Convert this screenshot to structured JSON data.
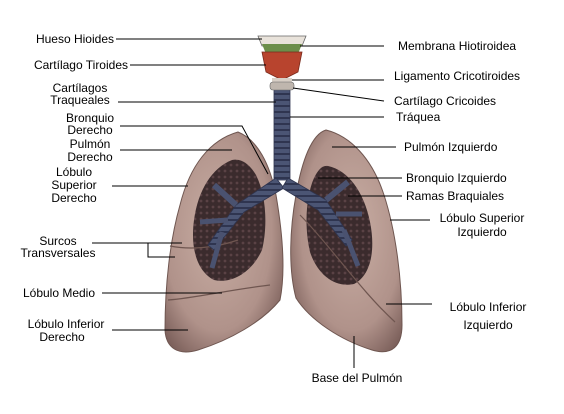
{
  "labels": {
    "hueso_hioides": "Hueso Hioides",
    "cartilago_tiroides": "Cartílago Tiroides",
    "cartilagos_traqueales_1": "Cartílagos",
    "cartilagos_traqueales_2": "Traqueales",
    "bronquio_derecho_1": "Bronquio",
    "bronquio_derecho_2": "Derecho",
    "pulmon_derecho_1": "Pulmón",
    "pulmon_derecho_2": "Derecho",
    "lobulo_superior_derecho_1": "Lóbulo",
    "lobulo_superior_derecho_2": "Superior",
    "lobulo_superior_derecho_3": "Derecho",
    "surcos_transversales_1": "Surcos",
    "surcos_transversales_2": "Transversales",
    "lobulo_medio": "Lóbulo Medio",
    "lobulo_inferior_derecho_1": "Lóbulo Inferior",
    "lobulo_inferior_derecho_2": "Derecho",
    "membrana_hiotiroidea": "Membrana Hiotiroidea",
    "ligamento_cricotiroides": "Ligamento Cricotiroides",
    "cartilago_cricoides": "Cartílago Cricoides",
    "traquea": "Tráquea",
    "pulmon_izquierdo": "Pulmón Izquierdo",
    "bronquio_izquierdo": "Bronquio Izquierdo",
    "ramas_braquiales": "Ramas Braquiales",
    "lobulo_superior_izquierdo_1": "Lóbulo Superior",
    "lobulo_superior_izquierdo_2": "Izquierdo",
    "lobulo_inferior_izquierdo_1": "Lóbulo Inferior",
    "lobulo_inferior_izquierdo_2": "Izquierdo",
    "base_del_pulmon": "Base del Pulmón"
  },
  "colors": {
    "lung_tissue": "#b89a90",
    "lung_shadow": "#8a6e68",
    "lung_interior": "#3a2a2c",
    "bronchi": "#4a5270",
    "larynx_red": "#b8442e",
    "hyoid_green": "#6b8e4a",
    "leader_line": "#000000"
  }
}
